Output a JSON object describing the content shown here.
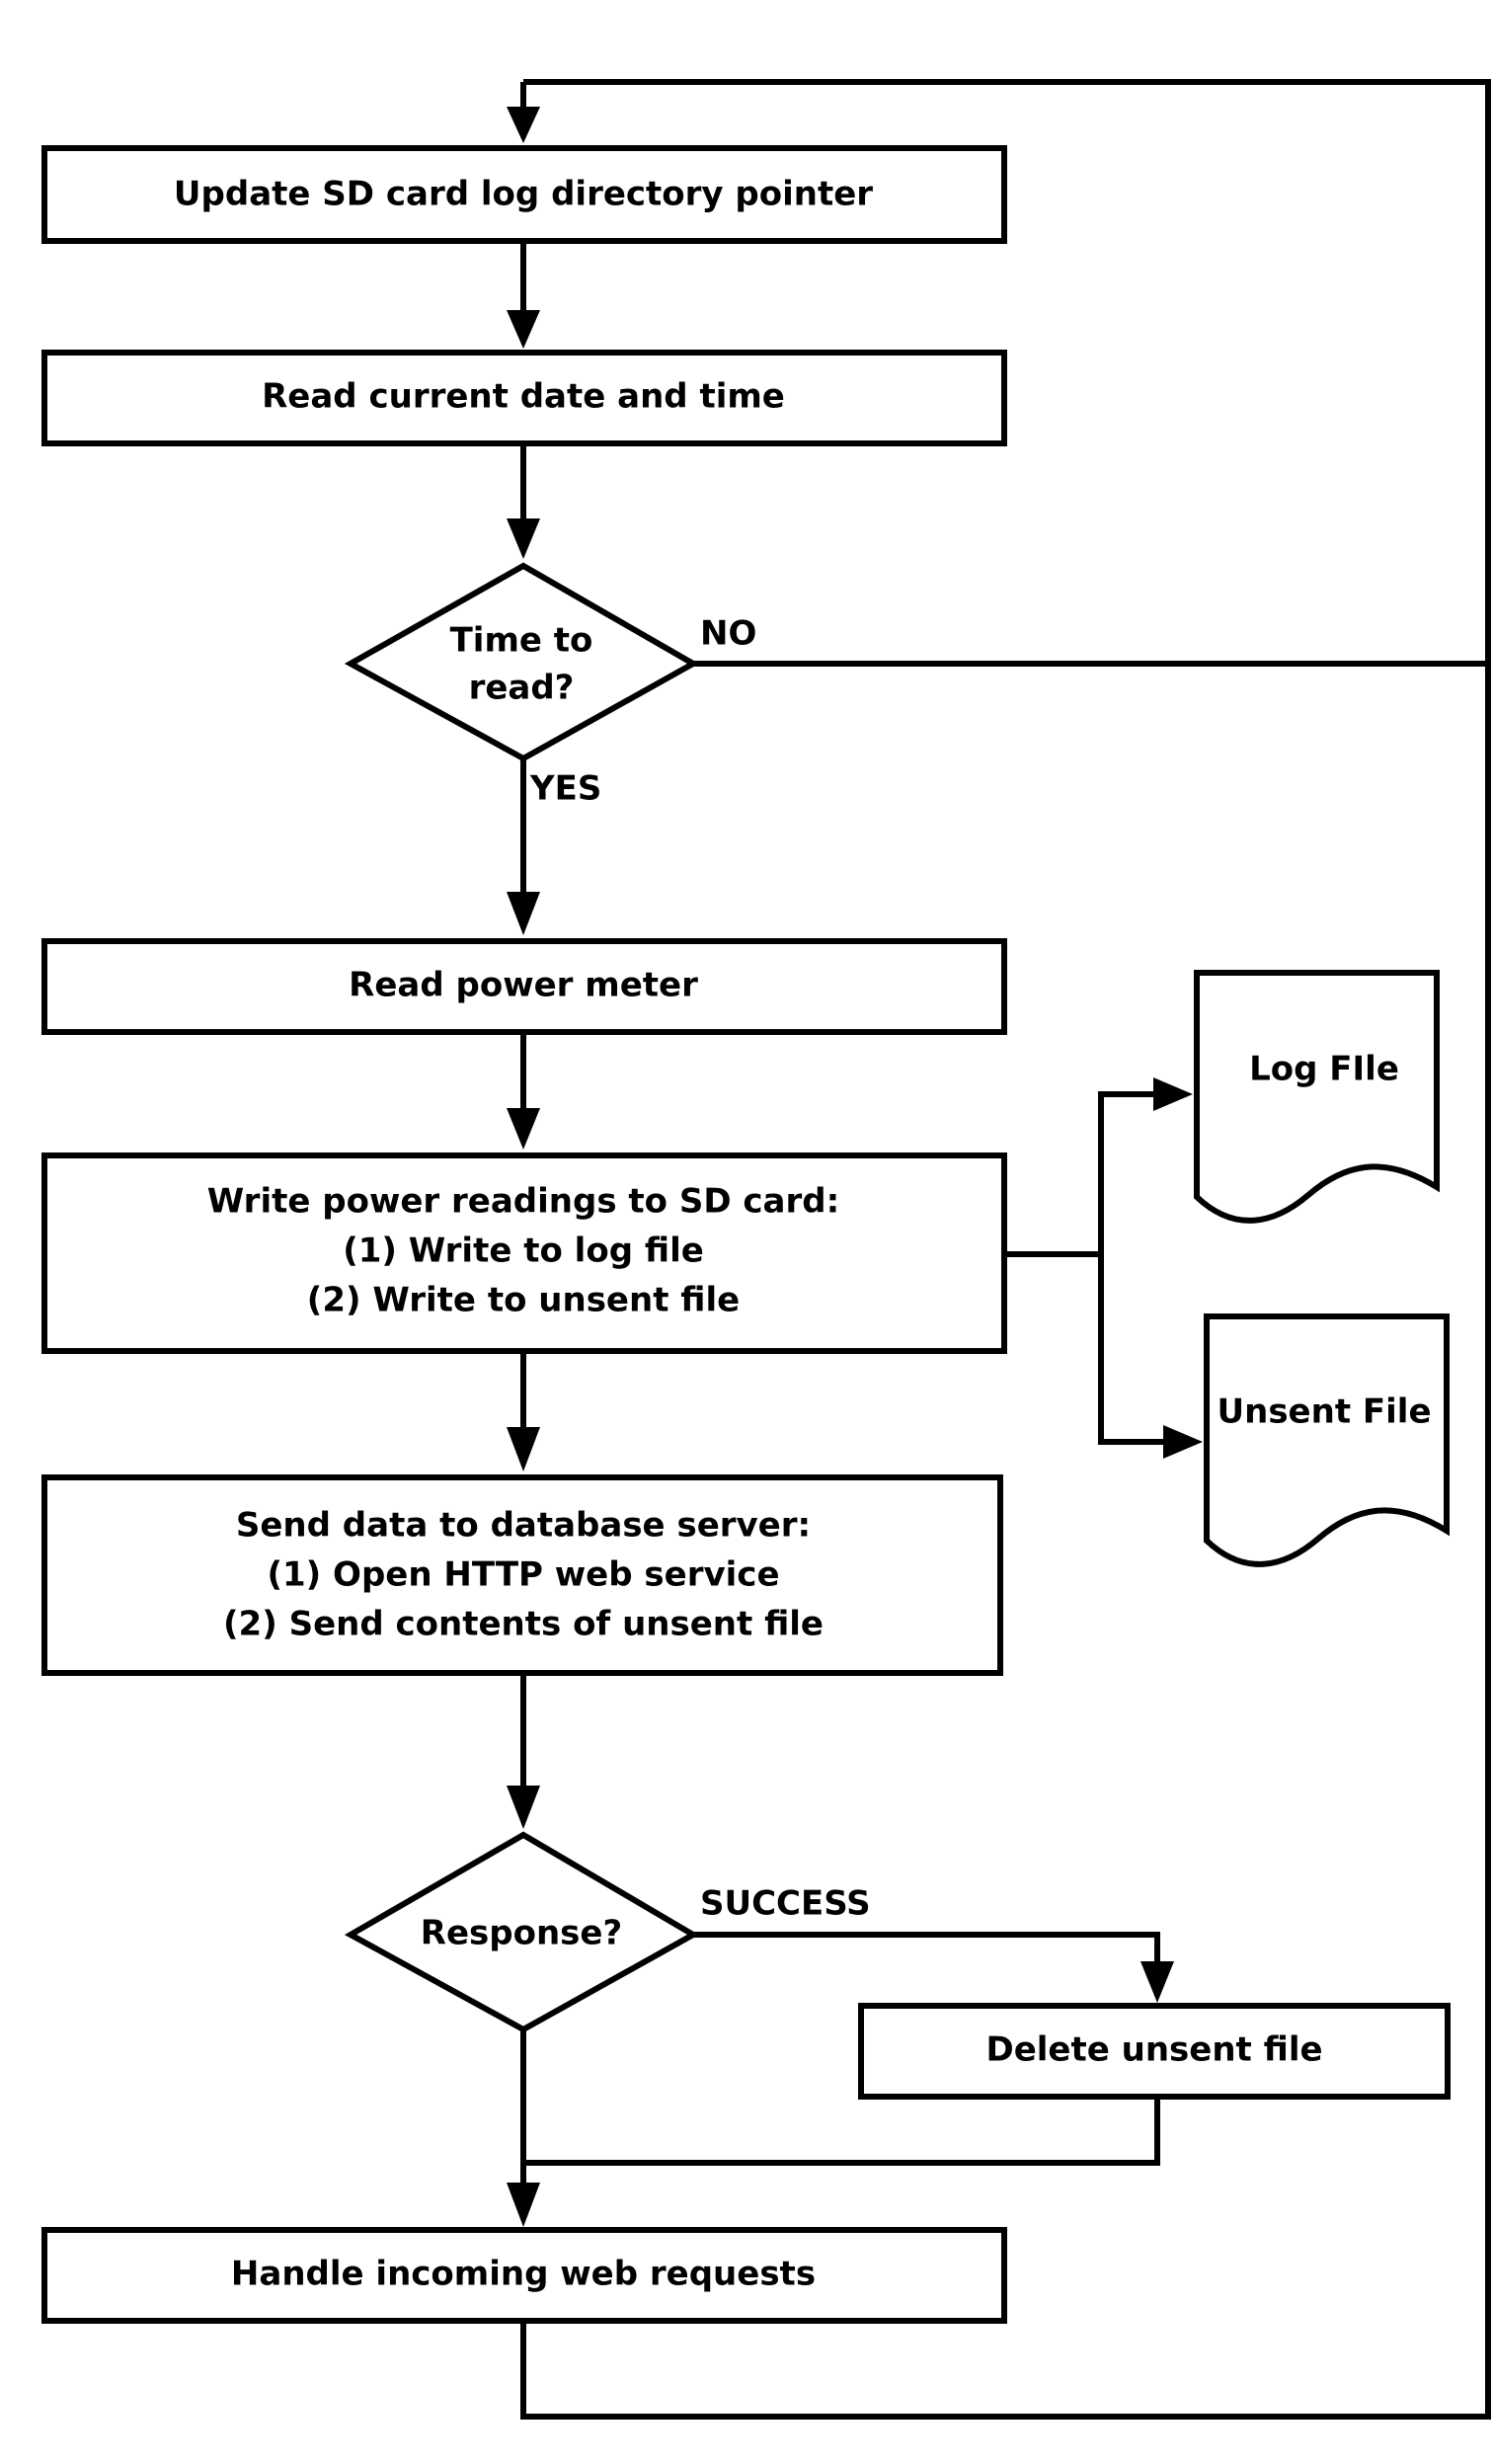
{
  "nodes": {
    "update_pointer": "Update SD card log directory pointer",
    "read_datetime": "Read current date and time",
    "time_to_read": [
      "Time to",
      "read?"
    ],
    "read_meter": "Read power meter",
    "write_readings": [
      "Write power readings to SD card:",
      "(1) Write to log file",
      "(2) Write to unsent file"
    ],
    "log_file": "Log FIle",
    "unsent_file": "Unsent File",
    "send_data": [
      "Send data to database server:",
      "(1) Open HTTP web service",
      "(2) Send contents of unsent file"
    ],
    "response": "Response?",
    "delete_unsent": "Delete unsent file",
    "handle_requests": "Handle incoming web requests"
  },
  "edges": {
    "no": "NO",
    "yes": "YES",
    "success": "SUCCESS"
  },
  "colors": {
    "stroke": "#000000",
    "background": "#ffffff"
  }
}
